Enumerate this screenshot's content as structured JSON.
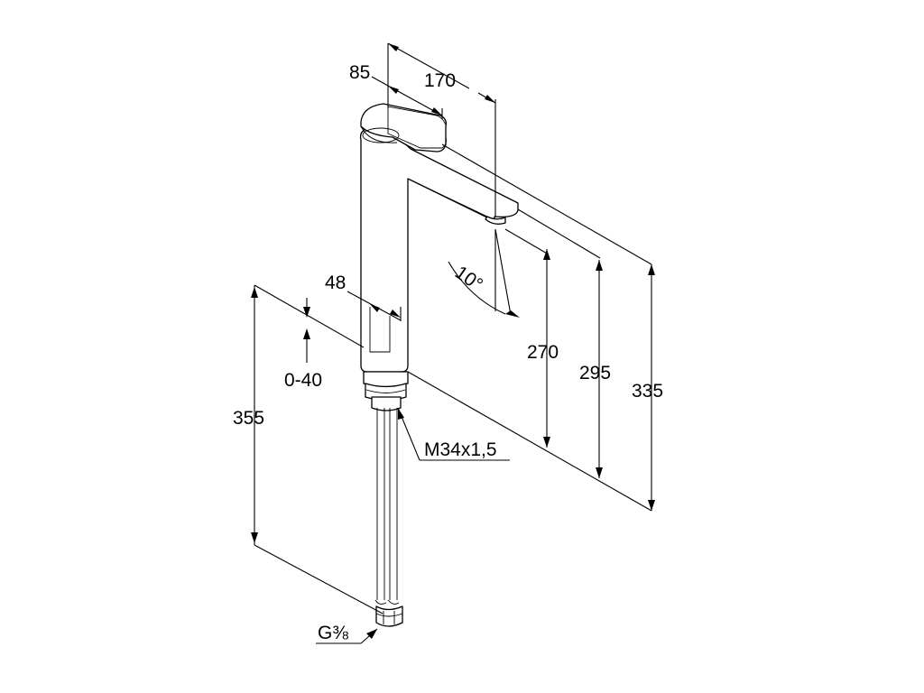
{
  "dimensions": {
    "spout_reach": "170",
    "handle_length": "85",
    "body_depth": "48",
    "deck_thickness": "0-40",
    "hose_length": "355",
    "thread": "M34x1,5",
    "spout_angle": "10°",
    "height_outlet": "270",
    "height_spout": "295",
    "height_total": "335",
    "connection": "G⅜"
  }
}
